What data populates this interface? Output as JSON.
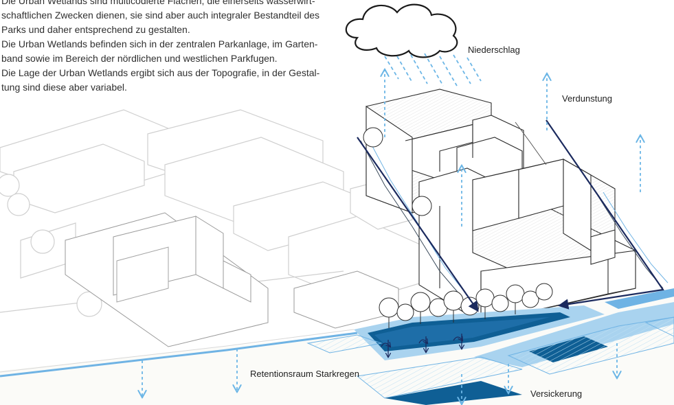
{
  "intro_text": [
    "Die Urban Wetlands sind multicodierte Flächen, die einerseits wasserwirt-",
    "schaftlichen Zwecken dienen, sie sind aber auch integraler Bestandteil des",
    "Parks und daher entsprechend zu gestalten.",
    "Die Urban Wetlands befinden sich in der zentralen Parkanlage, im Garten-",
    "band sowie im Bereich der nördlichen und westlichen Parkfugen.",
    "Die Lage der Urban Wetlands ergibt sich aus der Topografie, in der Gestal-",
    "tung sind diese aber variabel."
  ],
  "labels": {
    "precipitation": "Niederschlag",
    "evaporation": "Verdunstung",
    "retention": "Retentionsraum Starkregen",
    "infiltration": "Versickerung"
  },
  "colors": {
    "water_light": "#a9d3ef",
    "water_mid": "#6fb3e4",
    "water_dark": "#0f5f95",
    "arrow_dark": "#1b2a5e",
    "arrow_light": "#6cb6e6",
    "outline": "#2b2b2b",
    "faded_outline": "#cfcfcf"
  }
}
